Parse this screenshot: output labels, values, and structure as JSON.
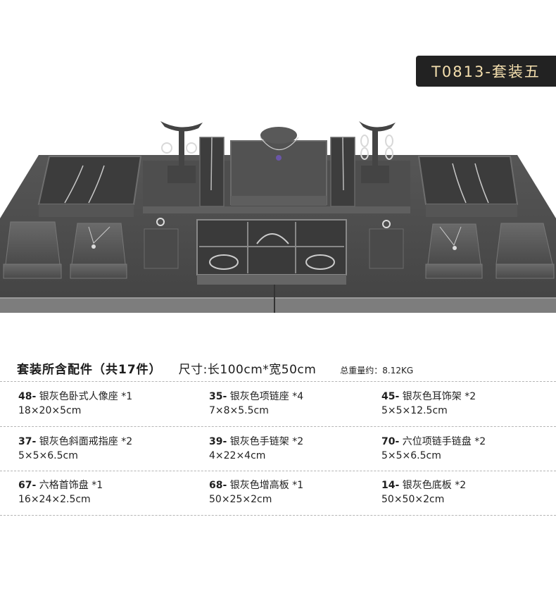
{
  "badge": {
    "label": "T0813-套装五",
    "bg": "#222222",
    "text_color": "#f4dfae"
  },
  "photo": {
    "description": "Silver-grey leatherette jewelry display set with earring stands, necklace bust, bracelet bars, ring stands, pendant stands, bracelet trays and six-grid tray",
    "board_color": "#4a4a4a",
    "edge_color": "#7a7a7a"
  },
  "spec": {
    "title": "套装所含配件（共17件）",
    "size": "尺寸:长100cm*宽50cm",
    "weight": "总重量约：8.12KG"
  },
  "items": [
    {
      "num": "48-",
      "name": "银灰色卧式人像座 *1",
      "dim": "18×20×5cm"
    },
    {
      "num": "35-",
      "name": "银灰色项链座 *4",
      "dim": "7×8×5.5cm"
    },
    {
      "num": "45-",
      "name": "银灰色耳饰架 *2",
      "dim": "5×5×12.5cm"
    },
    {
      "num": "37-",
      "name": "银灰色斜面戒指座 *2",
      "dim": "5×5×6.5cm"
    },
    {
      "num": "39-",
      "name": "银灰色手链架 *2",
      "dim": "4×22×4cm"
    },
    {
      "num": "70-",
      "name": "六位项链手链盘 *2",
      "dim": "5×5×6.5cm"
    },
    {
      "num": "67-",
      "name": "六格首饰盘 *1",
      "dim": "16×24×2.5cm"
    },
    {
      "num": "68-",
      "name": "银灰色增高板 *1",
      "dim": "50×25×2cm"
    },
    {
      "num": "14-",
      "name": "银灰色底板 *2",
      "dim": "50×50×2cm"
    }
  ]
}
